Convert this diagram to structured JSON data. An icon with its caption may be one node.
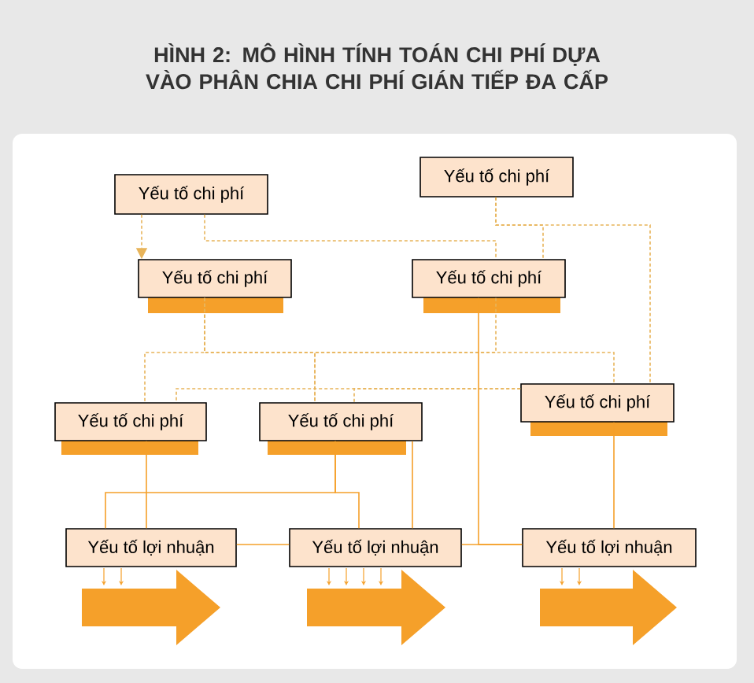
{
  "diagram": {
    "title": "HÌNH 2: MÔ HÌNH TÍNH TOÁN CHI PHÍ DỰA VÀO PHÂN CHIA CHI PHÍ GIÁN TIẾP ĐA CẤP",
    "nodes": [
      {
        "text": [
          "Yếu tố chi phí"
        ]
      },
      {
        "text": [
          "Yếu tố chi phí"
        ]
      },
      {
        "text": [
          "Yếu tố chi phí"
        ]
      },
      {
        "text": [
          "Yếu tố chi phí"
        ]
      },
      {
        "text": [
          "Yếu tố chi phí"
        ]
      },
      {
        "text": [
          "Yếu tố chi phí"
        ]
      },
      {
        "text": [
          "Yếu tố chi phí"
        ]
      },
      {
        "text": [
          "Yếu tố lợi nhuận"
        ]
      },
      {
        "text": [
          "Yếu tố lợi nhuận"
        ]
      },
      {
        "text": [
          "Yếu tố lợi nhuận"
        ]
      }
    ],
    "edges": [
      {
        "from": 0,
        "to": 2,
        "arrow": "to",
        "style": "dashed"
      },
      {
        "from": 0,
        "to": 3,
        "arrow": "none",
        "style": "dashed"
      },
      {
        "from": 1,
        "to": 3,
        "arrow": "none",
        "style": "dashed"
      },
      {
        "from": 1,
        "to": 6,
        "arrow": "none",
        "style": "dashed"
      },
      {
        "from": 2,
        "to": 4,
        "arrow": "none",
        "style": "dashed"
      },
      {
        "from": 2,
        "to": 5,
        "arrow": "none",
        "style": "dashed"
      },
      {
        "from": 2,
        "to": 6,
        "arrow": "none",
        "style": "dashed"
      },
      {
        "from": 3,
        "to": 5,
        "arrow": "none",
        "style": "dashed"
      },
      {
        "from": 6,
        "to": 4,
        "arrow": "none",
        "style": "dashed"
      },
      {
        "from": 6,
        "to": 5,
        "arrow": "none",
        "style": "dashed"
      },
      {
        "from": 4,
        "to": 7,
        "arrow": "none"
      },
      {
        "from": 5,
        "to": 7,
        "arrow": "none"
      },
      {
        "from": 5,
        "to": 8,
        "arrow": "none"
      },
      {
        "from": 5,
        "to": 8,
        "arrow": "none"
      },
      {
        "from": 3,
        "to": 9,
        "arrow": "none"
      },
      {
        "from": 6,
        "to": 9,
        "arrow": "none"
      },
      {
        "from": 7,
        "to": 8,
        "arrow": "none"
      },
      {
        "from": 8,
        "to": 9,
        "arrow": "none"
      }
    ]
  }
}
